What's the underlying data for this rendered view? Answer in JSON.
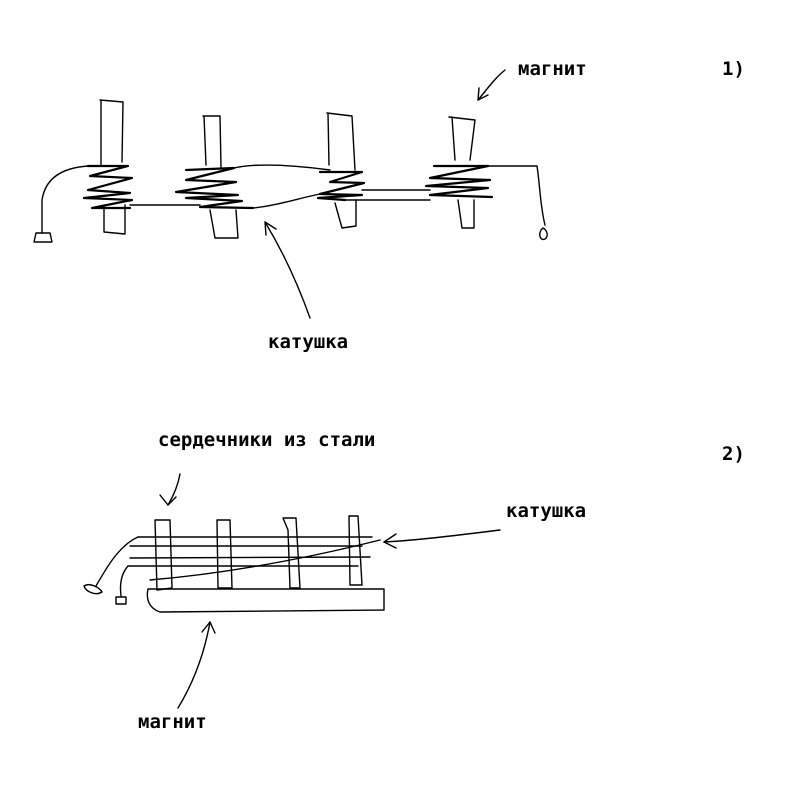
{
  "figure1": {
    "number": "1)",
    "magnet_label": "магнит",
    "coil_label": "катушка"
  },
  "figure2": {
    "number": "2)",
    "cores_label": "сердечники из стали",
    "coil_label": "катушка",
    "magnet_label": "магнит"
  }
}
